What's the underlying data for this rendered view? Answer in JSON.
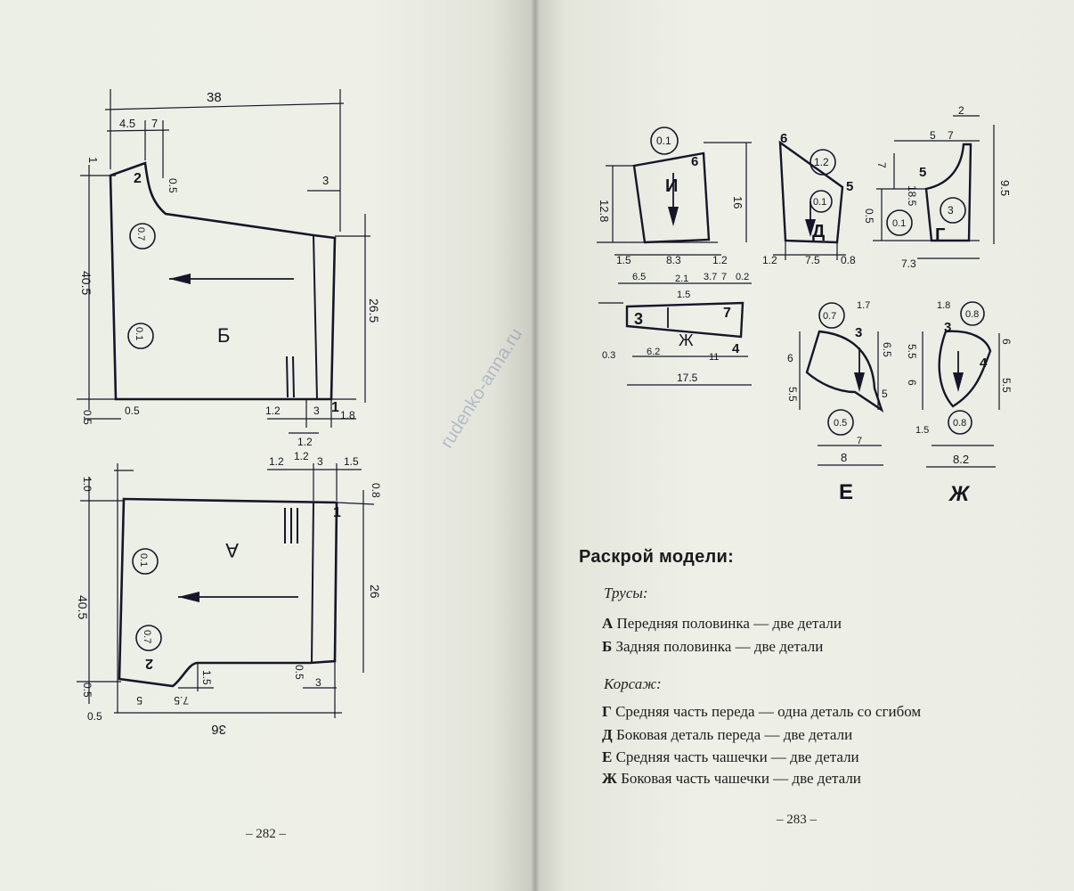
{
  "left_page": {
    "page_number": "– 282 –",
    "piece_B": {
      "letter": "Б",
      "note_1": "2",
      "circle_upper": "0.7",
      "circle_lower": "0.1",
      "edge_mark": "1",
      "dims": [
        "38",
        "4.5",
        "7",
        "1",
        "0.5",
        "3",
        "40.5",
        "26.5",
        "0.5",
        "1.2",
        "3",
        "1.8",
        "0.5",
        "1.2"
      ]
    },
    "piece_A": {
      "letter": "А",
      "note_1": "2",
      "circle_upper": "0.1",
      "circle_lower": "0.7",
      "edge_mark": "1",
      "dims": [
        "1.2",
        "1.2",
        "3",
        "1.5",
        "1.0",
        "0.8",
        "40.5",
        "26",
        "0.5",
        "1.5",
        "3",
        "0.5",
        "5",
        "7.5",
        "36",
        "0.5"
      ]
    }
  },
  "right_page": {
    "page_number": "– 283 –",
    "piece_I": {
      "letter": "И",
      "corner": "6",
      "circle": "0.1",
      "dims": [
        "12.8",
        "16",
        "1.5",
        "8.3",
        "1.2"
      ]
    },
    "piece_D": {
      "letter": "Д",
      "corner_top": "6",
      "corner_right": "5",
      "circle_top": "1.2",
      "circle_bottom": "0.1",
      "dims": [
        "1.2",
        "7.5",
        "0.8"
      ]
    },
    "piece_G": {
      "letter": "Г",
      "corner": "5",
      "circle_inner": "3",
      "circle_side": "0.1",
      "dims": [
        "2",
        "5",
        "7",
        "7",
        "18.5",
        "9.5",
        "0.5",
        "7.3"
      ]
    },
    "piece_Zh_strip": {
      "letter": "Ж",
      "left_mark": "3",
      "right_mark": "7",
      "corner": "4",
      "dims": [
        "6.5",
        "2.1",
        "3.7",
        "7",
        "0.2",
        "1.5",
        "0.3",
        "6.2",
        "11",
        "17.5"
      ]
    },
    "piece_E_cup": {
      "label": "Е",
      "top_mark": "3",
      "circle_top": "0.7",
      "circle_bottom": "0.5",
      "dims": [
        "1.7",
        "6",
        "6.5",
        "5.5",
        "5",
        "7",
        "8"
      ]
    },
    "piece_Zh_cup": {
      "label": "Ж",
      "top_mark": "3",
      "side_mark": "4",
      "circle_top": "0.8",
      "circle_bottom": "0.8",
      "dims": [
        "1.8",
        "5.5",
        "6",
        "6",
        "5.5",
        "1.5",
        "8.2"
      ]
    },
    "cutting": {
      "title": "Раскрой модели:",
      "sections": [
        {
          "name": "Трусы:",
          "items": [
            {
              "letter": "А",
              "text": "Передняя половинка — две детали"
            },
            {
              "letter": "Б",
              "text": "Задняя половинка — две детали"
            }
          ]
        },
        {
          "name": "Корсаж:",
          "items": [
            {
              "letter": "Г",
              "text": "Средняя часть переда — одна деталь со сгибом"
            },
            {
              "letter": "Д",
              "text": "Боковая деталь переда — две детали"
            },
            {
              "letter": "Е",
              "text": "Средняя часть чашечки — две детали"
            },
            {
              "letter": "Ж",
              "text": "Боковая часть чашечки — две детали"
            }
          ]
        }
      ]
    }
  },
  "watermark": "rudenko-anna.ru"
}
